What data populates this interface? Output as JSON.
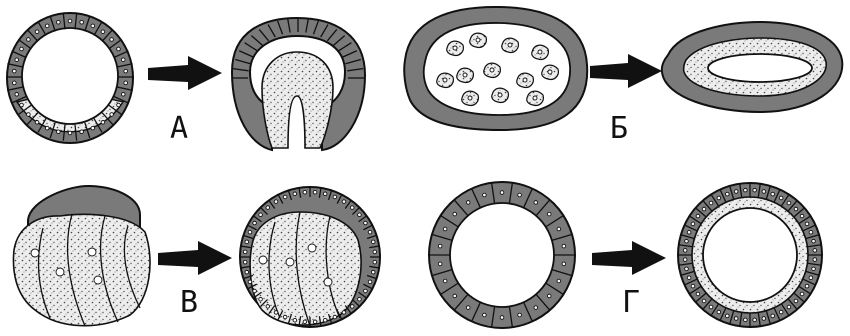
{
  "panels": [
    {
      "id": "A",
      "label": "А"
    },
    {
      "id": "B",
      "label": "Б"
    },
    {
      "id": "V",
      "label": "В"
    },
    {
      "id": "G",
      "label": "Г"
    }
  ],
  "colors": {
    "ectoderm": "#7a7a7a",
    "outline": "#111111",
    "background": "#ffffff"
  }
}
